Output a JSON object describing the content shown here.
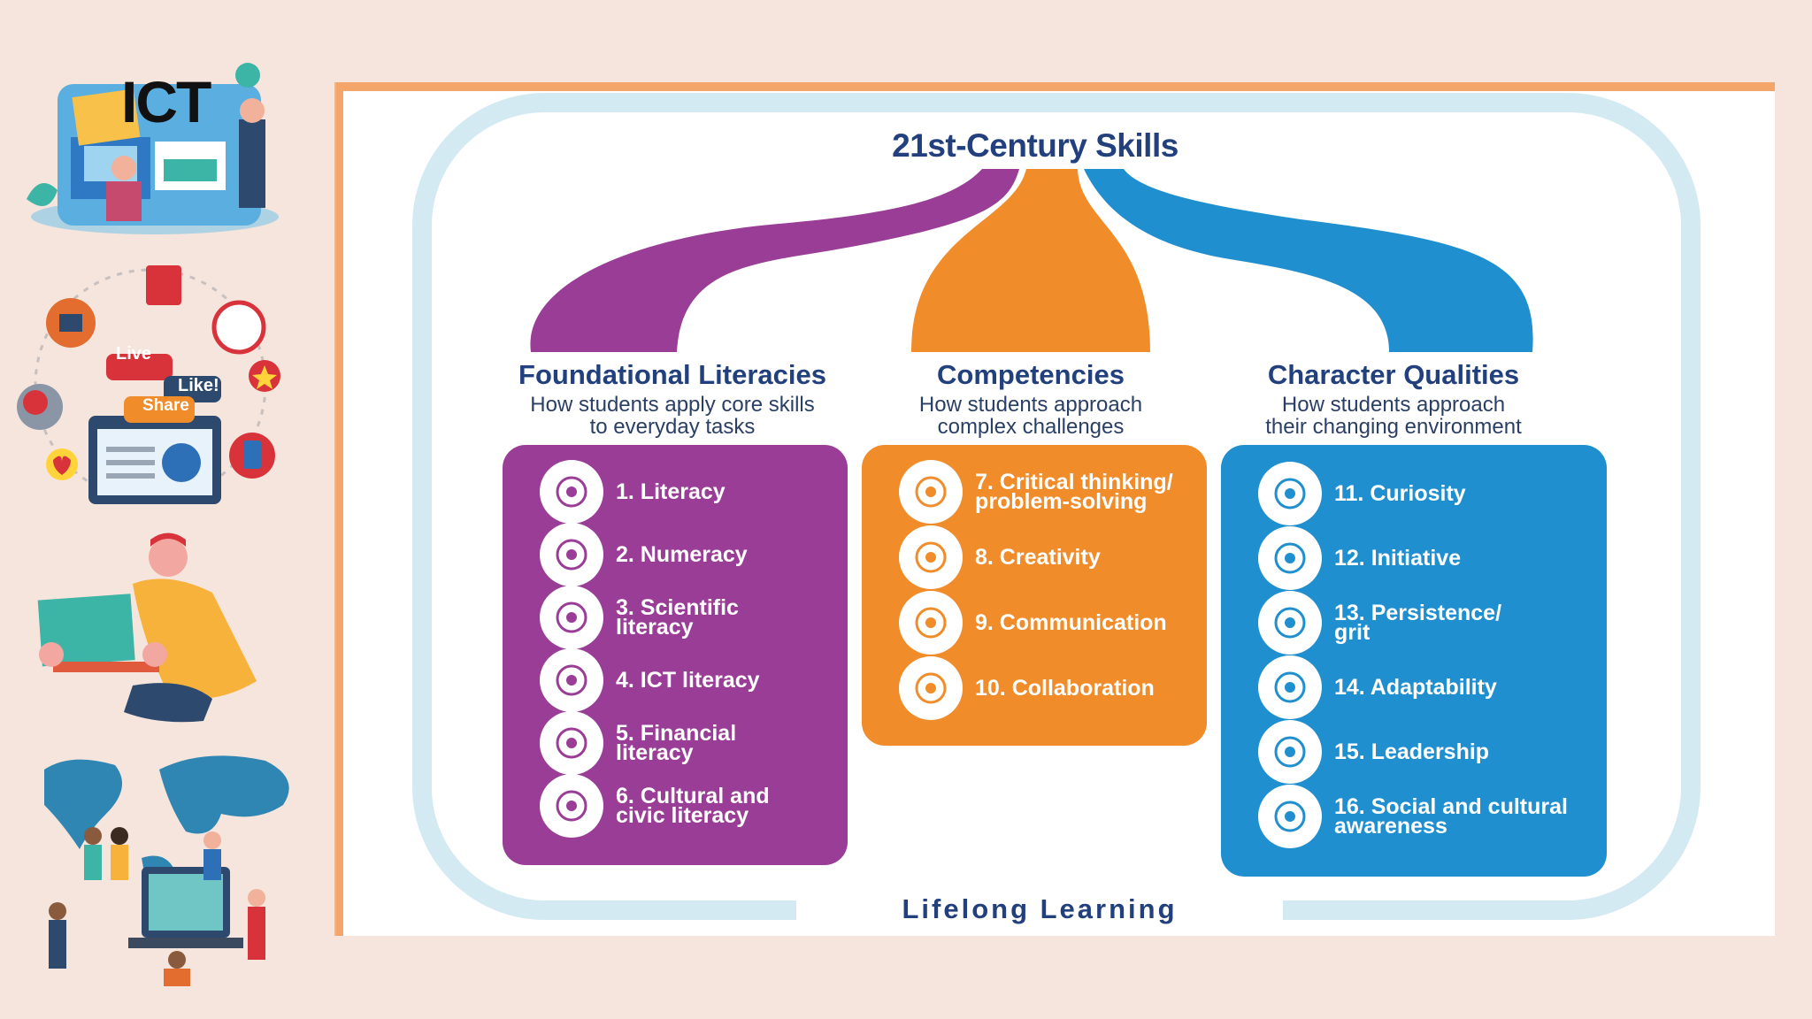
{
  "diagram": {
    "title": "21st-Century Skills",
    "footer": "Lifelong Learning",
    "colors": {
      "purple": "#9a3d97",
      "orange": "#f08c2a",
      "blue": "#1f8fcf",
      "navy": "#21407d",
      "ring": "#d4eaf3"
    },
    "columns": [
      {
        "heading": "Foundational Literacies",
        "subtitle": "How students apply core skills\nto everyday tasks",
        "items": [
          {
            "label": "1. Literacy",
            "icon": "abc-letters-icon"
          },
          {
            "label": "2. Numeracy",
            "icon": "numbers-icon"
          },
          {
            "label": "3. Scientific\n    literacy",
            "icon": "flask-icon"
          },
          {
            "label": "4. ICT literacy",
            "icon": "laptop-icon"
          },
          {
            "label": "5. Financial\n    literacy",
            "icon": "coins-icon"
          },
          {
            "label": "6. Cultural and\n    civic literacy",
            "icon": "column-pillar-icon"
          }
        ]
      },
      {
        "heading": "Competencies",
        "subtitle": "How students approach\ncomplex challenges",
        "items": [
          {
            "label": "7. Critical thinking/\n    problem-solving",
            "icon": "brain-gears-icon"
          },
          {
            "label": "8. Creativity",
            "icon": "pencils-icon"
          },
          {
            "label": "9. Communication",
            "icon": "speech-bubbles-icon"
          },
          {
            "label": "10. Collaboration",
            "icon": "people-group-icon"
          }
        ]
      },
      {
        "heading": "Character Qualities",
        "subtitle": "How students approach\ntheir changing environment",
        "items": [
          {
            "label": "11. Curiosity",
            "icon": "lightbulb-icon"
          },
          {
            "label": "12. Initiative",
            "icon": "hand-pointer-icon"
          },
          {
            "label": "13. Persistence/\n      grit",
            "icon": "fist-icon"
          },
          {
            "label": "14. Adaptability",
            "icon": "gears-icon"
          },
          {
            "label": "15. Leadership",
            "icon": "org-chart-icon"
          },
          {
            "label": "16. Social and cultural\n      awareness",
            "icon": "crowd-icon"
          }
        ]
      }
    ]
  },
  "sidebar": {
    "ict_logo_text": "ICT",
    "live_badge": "Live",
    "like_badge": "Like!",
    "share_badge": "Share"
  }
}
